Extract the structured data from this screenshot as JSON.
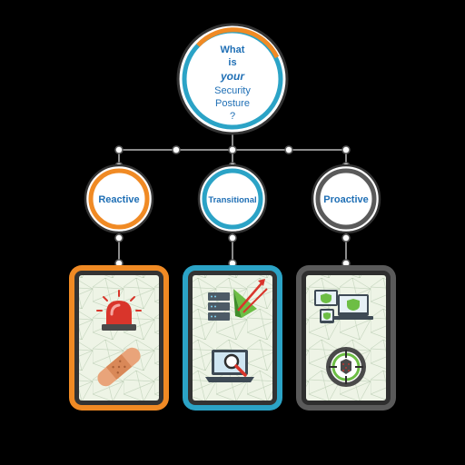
{
  "center": {
    "line1": "What",
    "line2": "is",
    "line3": "your",
    "line4": "Security",
    "line5": "Posture",
    "line6": "?"
  },
  "stages": [
    {
      "label": "Reactive",
      "color": "#F08A24"
    },
    {
      "label": "Transitional",
      "color": "#2BA3C6"
    },
    {
      "label": "Proactive",
      "color": "#5A5A5A"
    }
  ],
  "colors": {
    "text_blue": "#1F6FB5",
    "connector": "#B8B8B8",
    "card_bg": "#EEF4E6",
    "accent_green": "#6DBE45",
    "accent_red": "#D9352B"
  },
  "icons": {
    "reactive": [
      "alarm-siren-icon",
      "bandage-icon"
    ],
    "transitional": [
      "server-firewall-icon",
      "laptop-magnifier-icon"
    ],
    "proactive": [
      "protected-devices-icon",
      "target-scope-icon"
    ]
  }
}
